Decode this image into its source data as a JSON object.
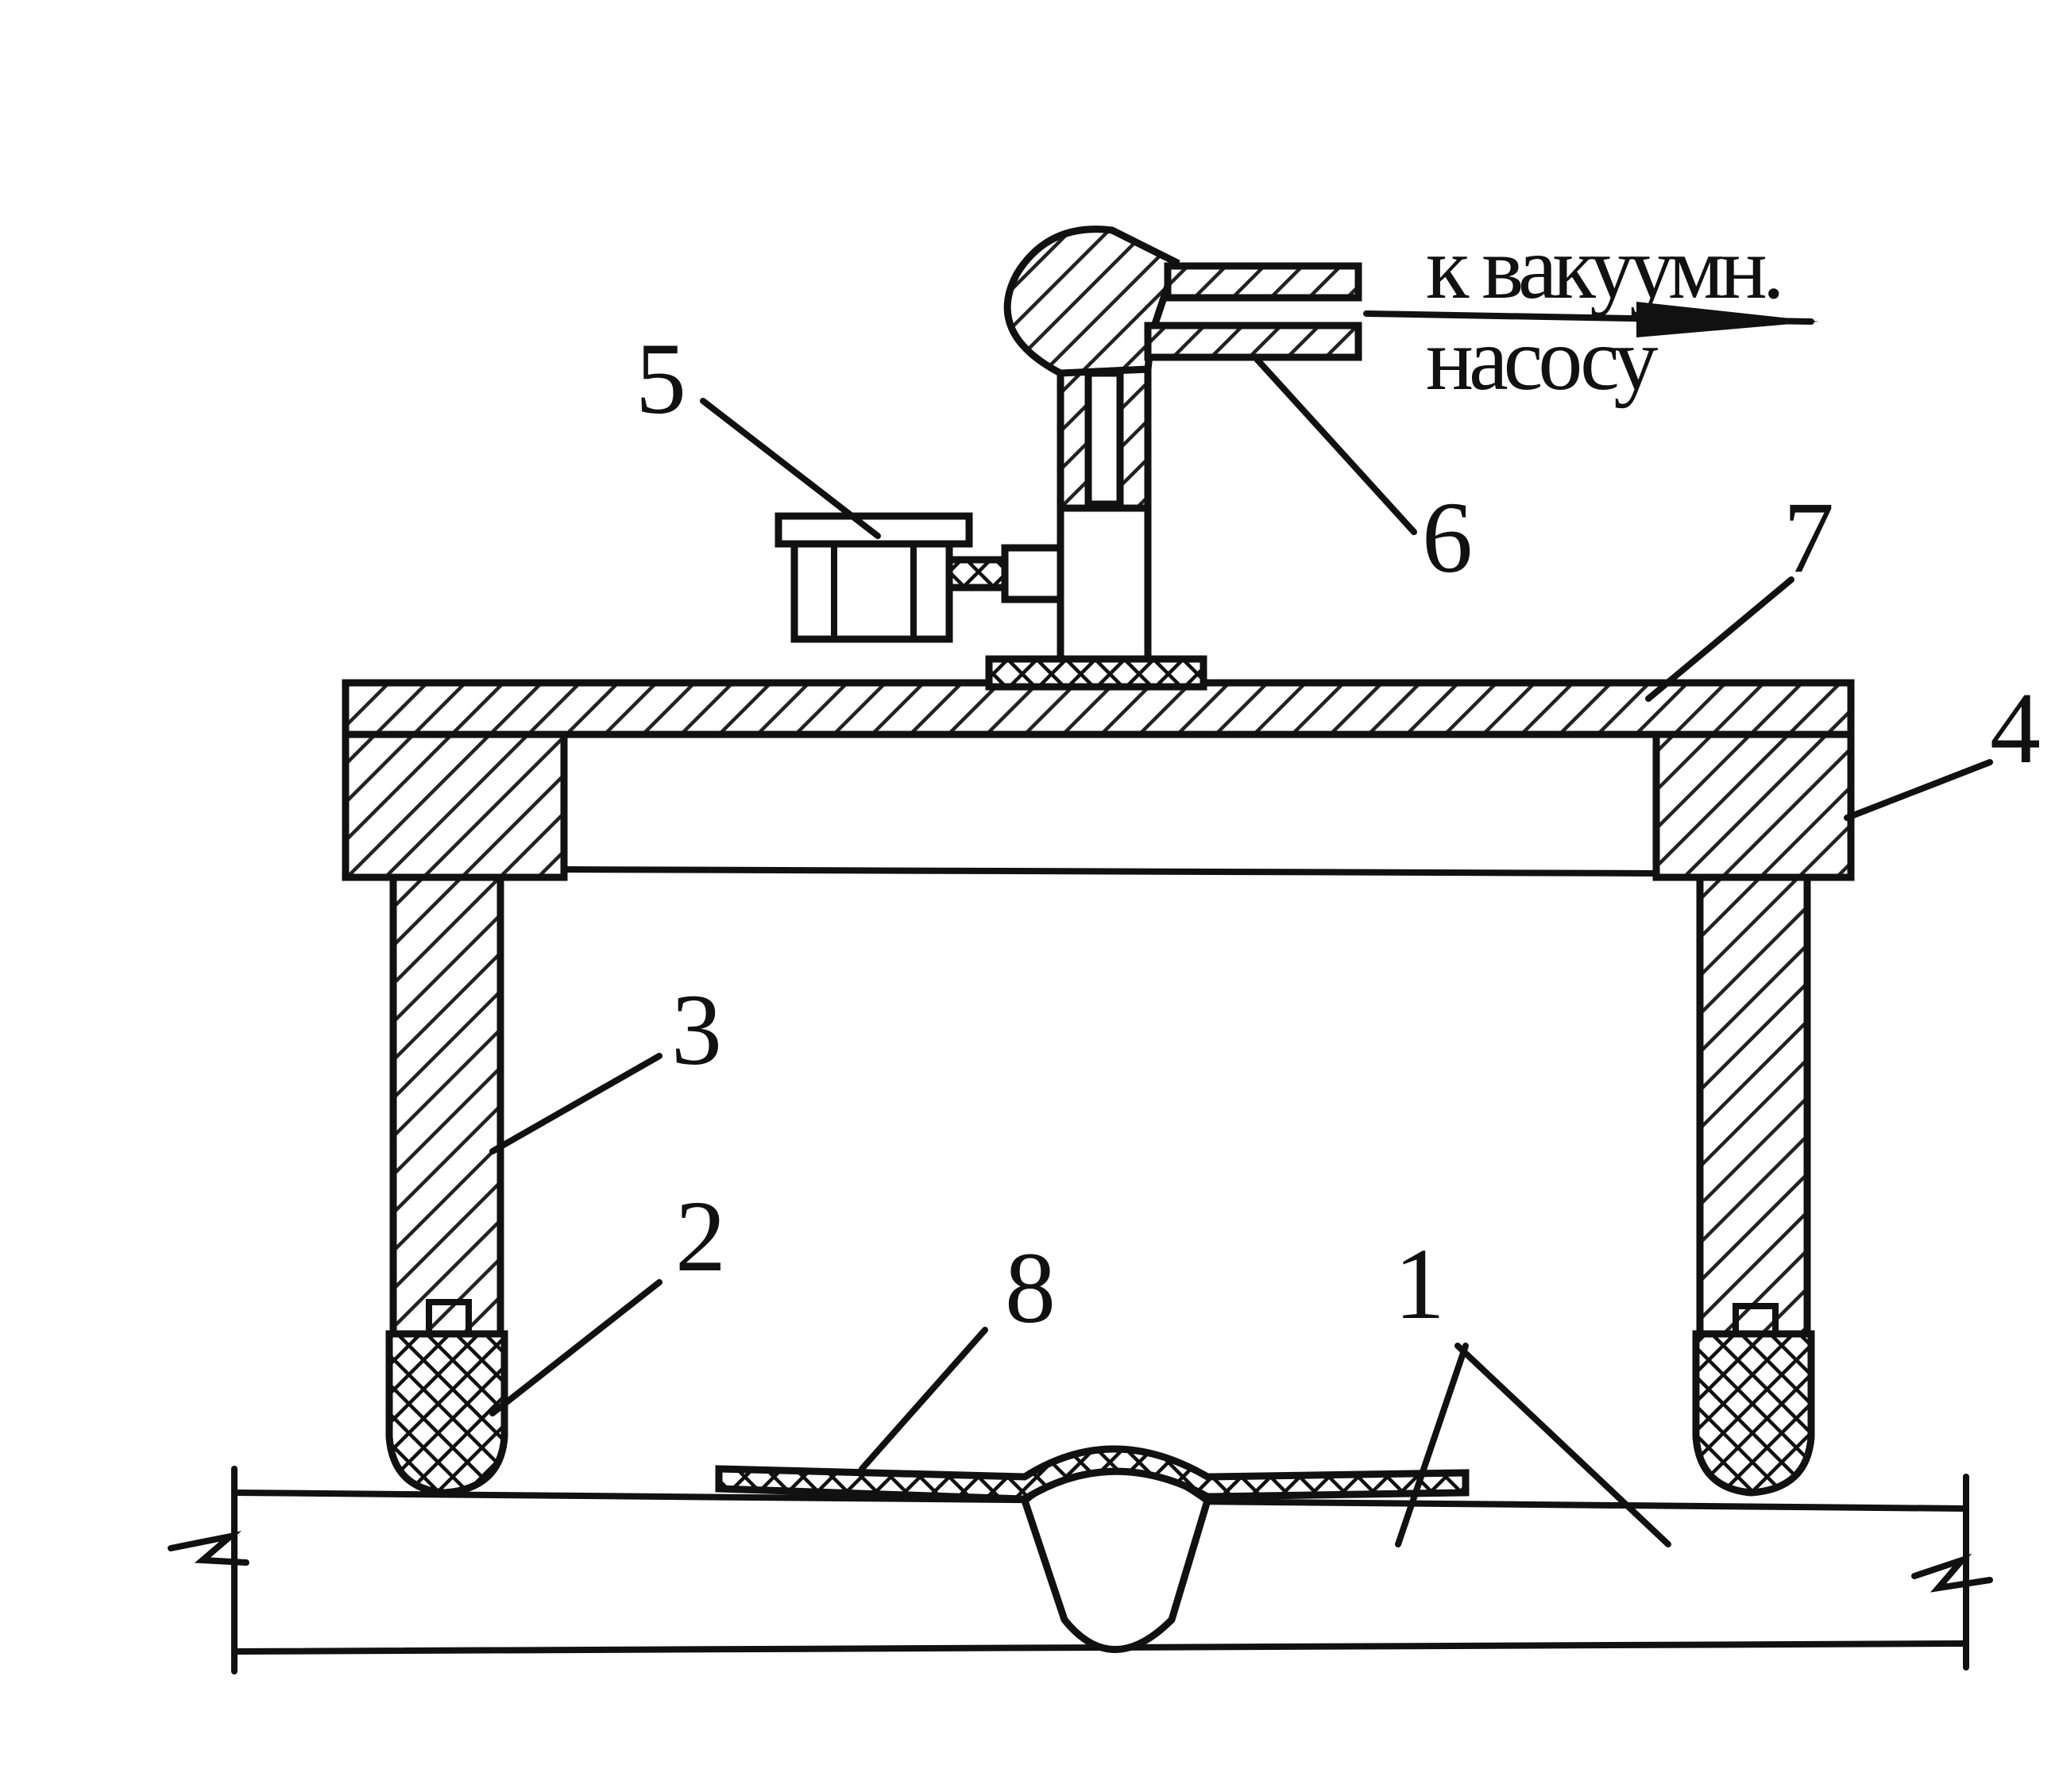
{
  "labels": {
    "l1": "1",
    "l2": "2",
    "l3": "3",
    "l4": "4",
    "l5": "5",
    "l6": "6",
    "l7": "7",
    "l8": "8"
  },
  "note": {
    "line1": "к вакуумн.",
    "line2": "насосу"
  }
}
